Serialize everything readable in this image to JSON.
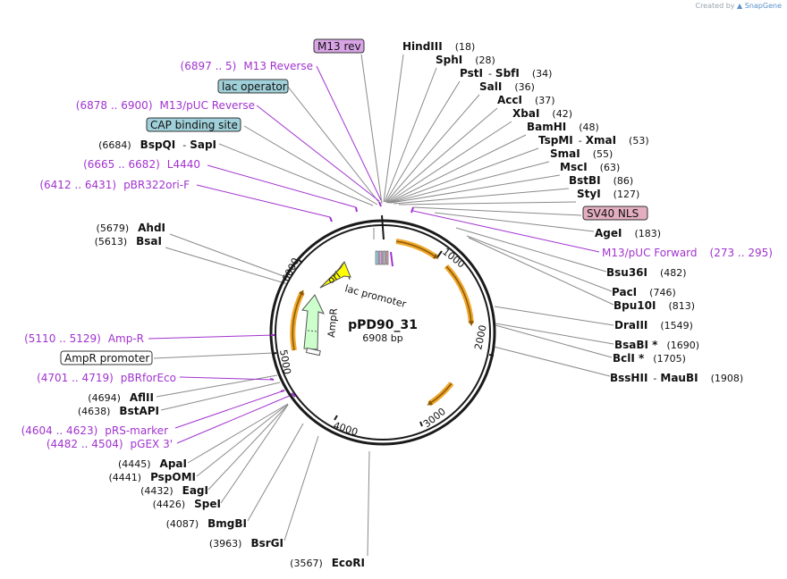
{
  "header": {
    "credit_prefix": "Created by",
    "credit_brand": "SnapGene"
  },
  "plasmid": {
    "name": "pPD90_31",
    "size_label": "6908 bp"
  },
  "ticks": [
    "1000",
    "2000",
    "3000",
    "4000",
    "5000",
    "6000"
  ],
  "features": {
    "ori": "ori",
    "lac_promoter": "lac promoter",
    "ampr": "AmpR"
  },
  "boxed_features": {
    "m13_rev": "M13 rev",
    "lac_operator": "lac operator",
    "cap_site": "CAP binding site",
    "sv40_nls": "SV40 NLS",
    "ampr_promoter": "AmpR promoter"
  },
  "primers": {
    "m13_reverse": {
      "range": "(6897 .. 5)",
      "name": "M13 Reverse"
    },
    "m13_puc_reverse": {
      "range": "(6878 .. 6900)",
      "name": "M13/pUC Reverse"
    },
    "l4440": {
      "range": "(6665 .. 6682)",
      "name": "L4440"
    },
    "pbr322ori_f": {
      "range": "(6412 .. 6431)",
      "name": "pBR322ori-F"
    },
    "m13_puc_forward": {
      "name": "M13/pUC Forward",
      "range": "(273 .. 295)"
    },
    "amp_r": {
      "range": "(5110 .. 5129)",
      "name": "Amp-R"
    },
    "pbrforeco": {
      "range": "(4701 .. 4719)",
      "name": "pBRforEco"
    },
    "prs_marker": {
      "range": "(4604 .. 4623)",
      "name": "pRS-marker"
    },
    "pgex3": {
      "range": "(4482 .. 4504)",
      "name": "pGEX 3'"
    }
  },
  "sites_right": {
    "hindiii": {
      "name": "HindIII",
      "pos": "(18)"
    },
    "sphi": {
      "name": "SphI",
      "pos": "(28)"
    },
    "psti": {
      "name": "PstI",
      "sep": "-",
      "name2": "SbfI",
      "pos": "(34)"
    },
    "sali": {
      "name": "SalI",
      "pos": "(36)"
    },
    "acci": {
      "name": "AccI",
      "pos": "(37)"
    },
    "xbai": {
      "name": "XbaI",
      "pos": "(42)"
    },
    "bamhi": {
      "name": "BamHI",
      "pos": "(48)"
    },
    "tspmi": {
      "name": "TspMI",
      "sep": "-",
      "name2": "XmaI",
      "pos": "(53)"
    },
    "smai": {
      "name": "SmaI",
      "pos": "(55)"
    },
    "msci": {
      "name": "MscI",
      "pos": "(63)"
    },
    "bstbi": {
      "name": "BstBI",
      "pos": "(86)"
    },
    "styi": {
      "name": "StyI",
      "pos": "(127)"
    },
    "agei": {
      "name": "AgeI",
      "pos": "(183)"
    },
    "bsu36i": {
      "name": "Bsu36I",
      "pos": "(482)"
    },
    "paci": {
      "name": "PacI",
      "pos": "(746)"
    },
    "bpu10i": {
      "name": "Bpu10I",
      "pos": "(813)"
    },
    "draiii": {
      "name": "DraIII",
      "pos": "(1549)"
    },
    "bsabi": {
      "name": "BsaBI *",
      "pos": "(1690)"
    },
    "bcli": {
      "name": "BclI *",
      "pos": "(1705)"
    },
    "bsshii": {
      "name": "BssHII",
      "sep": "-",
      "name2": "MauBI",
      "pos": "(1908)"
    }
  },
  "sites_left": {
    "bspqi": {
      "pos": "(6684)",
      "name": "BspQI",
      "sep": "-",
      "name2": "SapI"
    },
    "ahdi": {
      "pos": "(5679)",
      "name": "AhdI"
    },
    "bsai": {
      "pos": "(5613)",
      "name": "BsaI"
    },
    "aflii": {
      "pos": "(4694)",
      "name": "AflII"
    },
    "bstapi": {
      "pos": "(4638)",
      "name": "BstAPI"
    },
    "apai": {
      "pos": "(4445)",
      "name": "ApaI"
    },
    "pspomi": {
      "pos": "(4441)",
      "name": "PspOMI"
    },
    "eagi": {
      "pos": "(4432)",
      "name": "EagI"
    },
    "spei": {
      "pos": "(4426)",
      "name": "SpeI"
    },
    "bmgbi": {
      "pos": "(4087)",
      "name": "BmgBI"
    },
    "bsrgi": {
      "pos": "(3963)",
      "name": "BsrGI"
    },
    "ecori": {
      "pos": "(3567)",
      "name": "EcoRI"
    }
  },
  "colors": {
    "backbone": "#1a1a1a",
    "gray_line": "#8a8a8a",
    "primer": "#a133cf",
    "boxed_feature_purple": "#d9a4e6",
    "boxed_feature_teal": "#9fcfd8",
    "boxed_feature_pink": "#e3aebf",
    "orf_arrow": "#f0a62a",
    "orf_arrow_dark": "#8a5a0a",
    "ori_fill": "#ffff00",
    "ampr_fill": "#ccffcc"
  }
}
